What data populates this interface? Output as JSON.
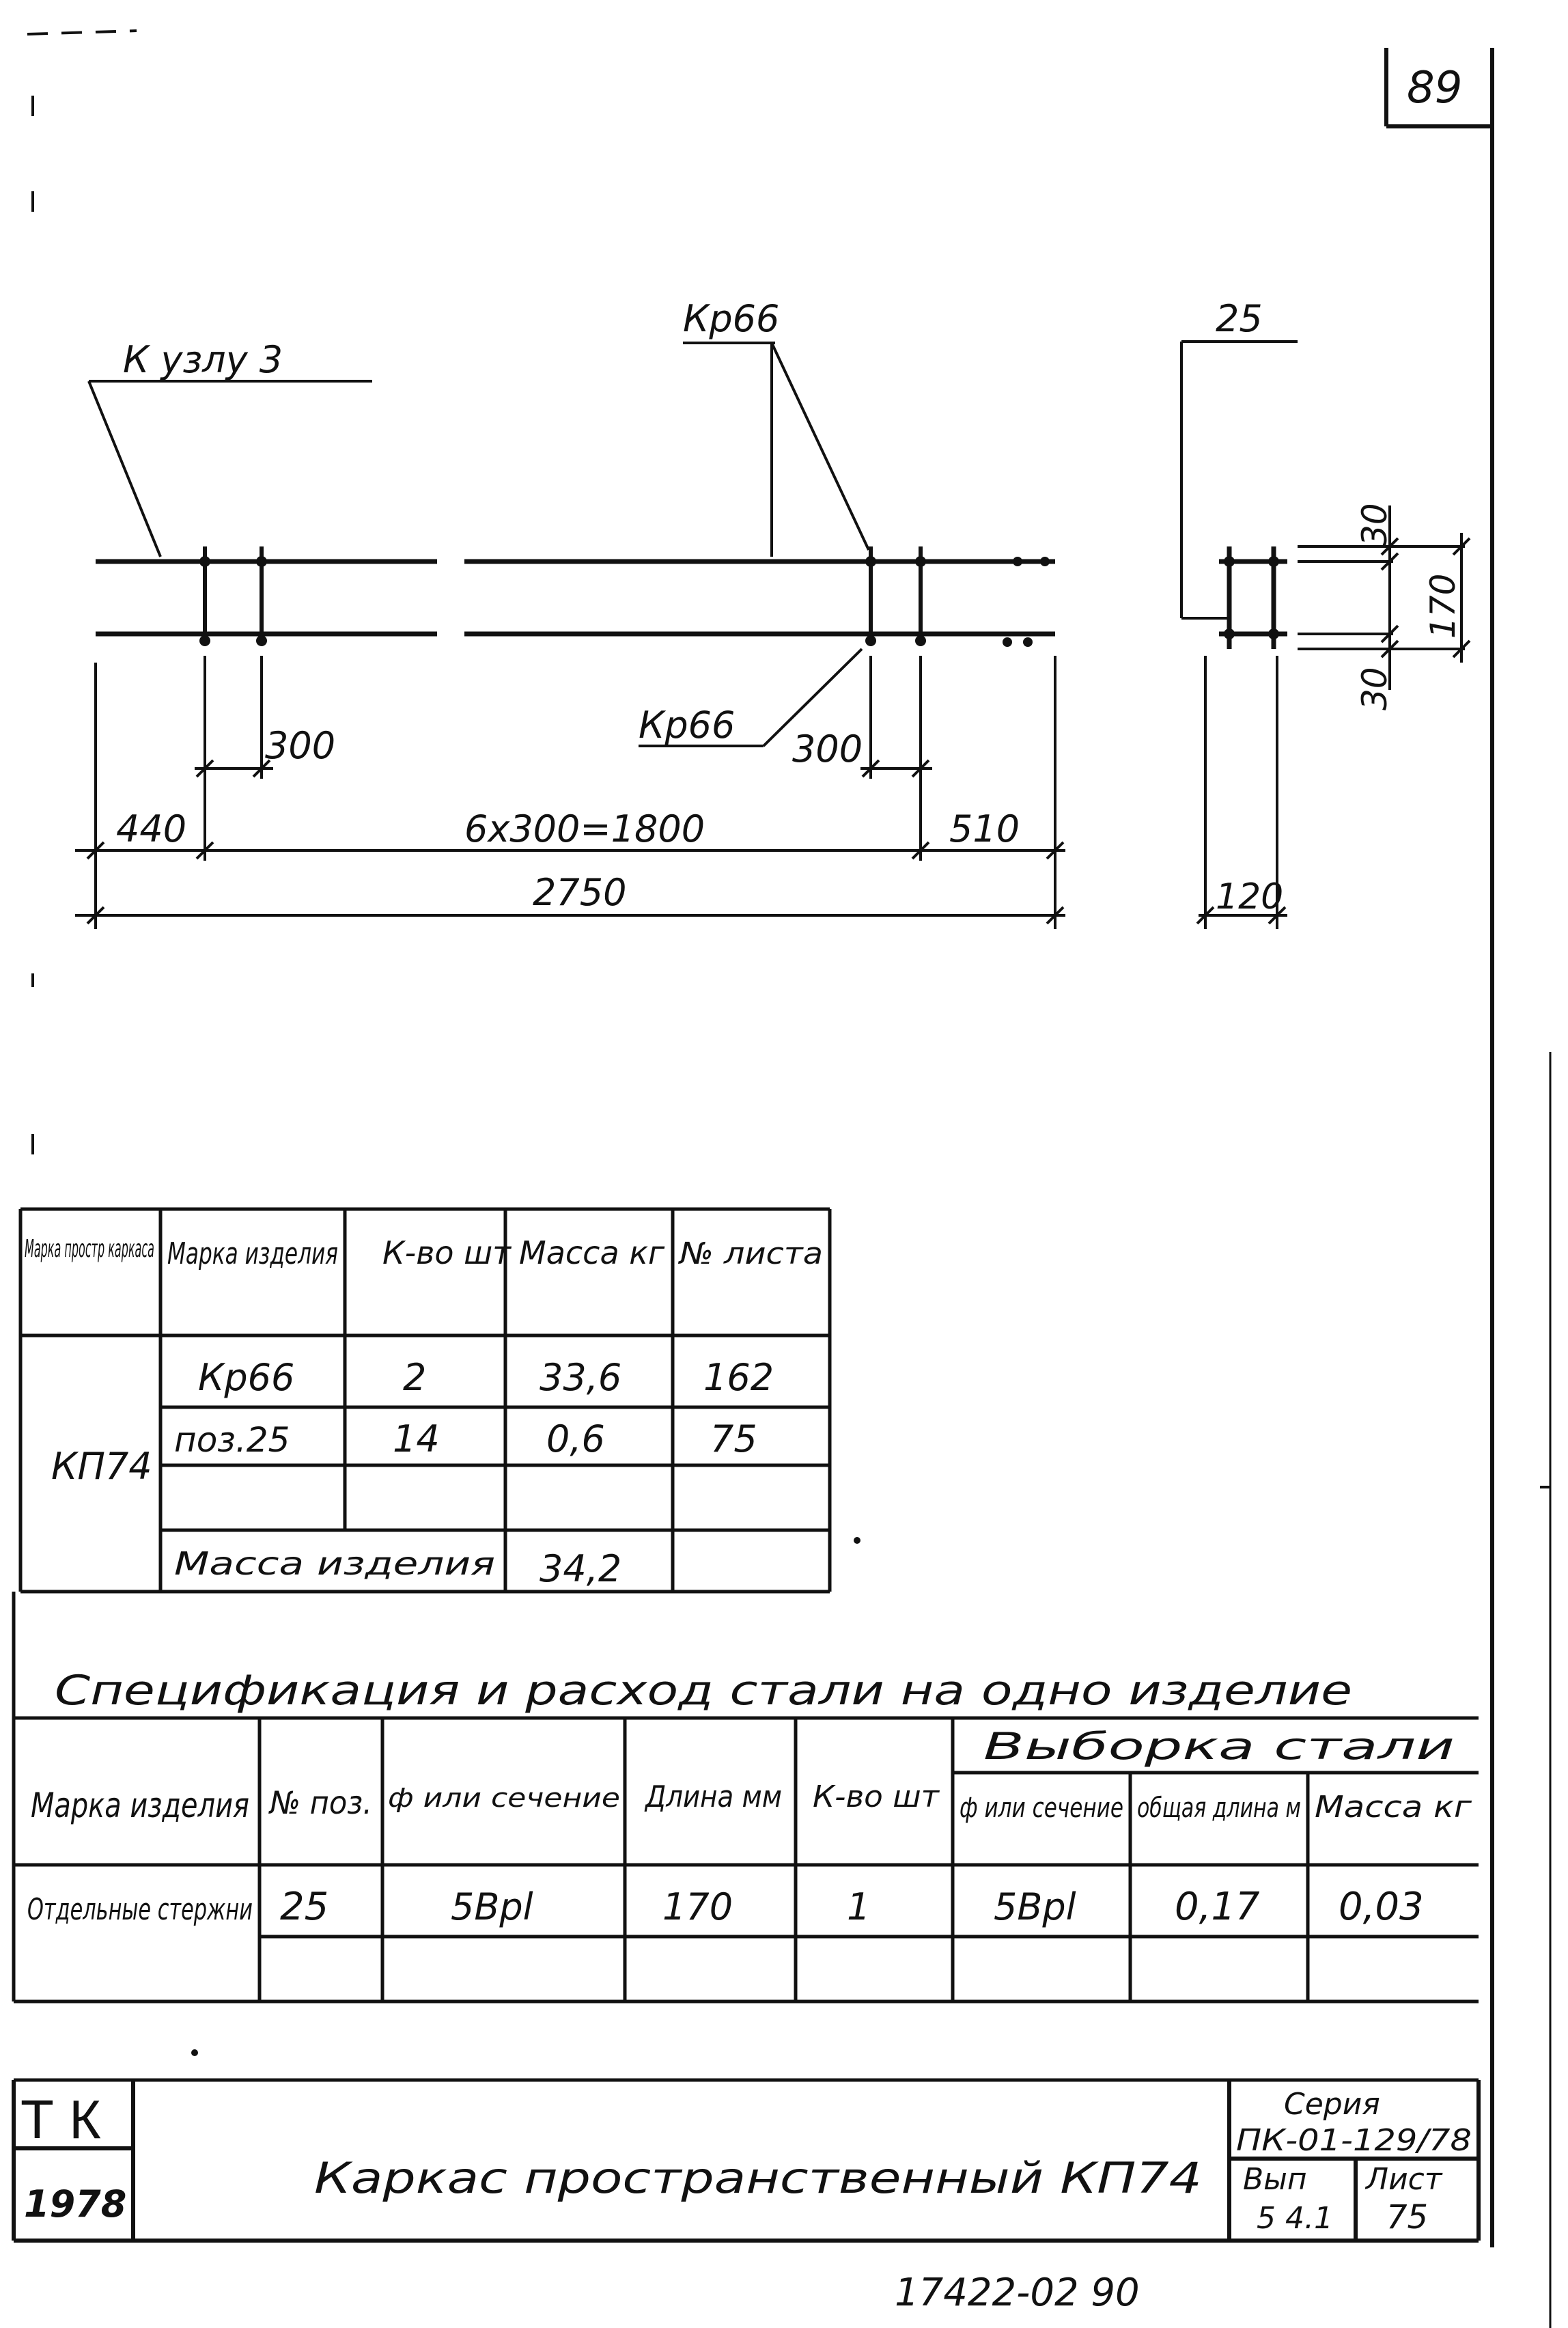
{
  "sheet_number": "89",
  "drawing": {
    "callout_node": "К узлу 3",
    "callout_kr_top": "Кр66",
    "callout_kr_bottom": "Кр66",
    "dim_300_left": "300",
    "dim_300_right": "300",
    "dim_440": "440",
    "dim_6x300": "6x300=1800",
    "dim_510": "510",
    "dim_2750": "2750",
    "section_25": "25",
    "section_30_top": "30",
    "section_170": "170",
    "section_30_bottom": "30",
    "section_120": "120"
  },
  "mass_table": {
    "headers": [
      "Марка простр каркаса",
      "Марка изделия",
      "К-во шт",
      "Масса кг",
      "№ листа"
    ],
    "frame_mark": "КП74",
    "rows": [
      [
        "Кр66",
        "2",
        "33,6",
        "162"
      ],
      [
        "поз.25",
        "14",
        "0,6",
        "75"
      ]
    ],
    "total_label": "Масса изделия",
    "total_value": "34,2"
  },
  "spec_title": "Спецификация и расход стали на одно изделие",
  "spec_table": {
    "h_mark": "Марка изделия",
    "h_pos": "№ поз.",
    "h_section": "ф или сечение",
    "h_length": "Длина мм",
    "h_qty": "К-во шт",
    "h_steel_group": "Выборка стали",
    "h_steel_section": "ф или сечение",
    "h_total_length": "общая длина м",
    "h_mass": "Масса кг",
    "row": {
      "mark": "Отдельные стержни",
      "pos": "25",
      "section": "5Врl",
      "length": "170",
      "qty": "1",
      "steel_section": "5Врl",
      "total_length": "0,17",
      "mass": "0,03"
    }
  },
  "title_block": {
    "org": "Т К",
    "year": "1978",
    "title": "Каркас пространственный КП74",
    "series_label": "Серия",
    "series_value": "ПК-01-129/78",
    "issue_label": "Вып",
    "issue_value": "5 4.1",
    "sheet_label": "Лист",
    "sheet_value": "75"
  },
  "footer_code": "17422-02 90"
}
